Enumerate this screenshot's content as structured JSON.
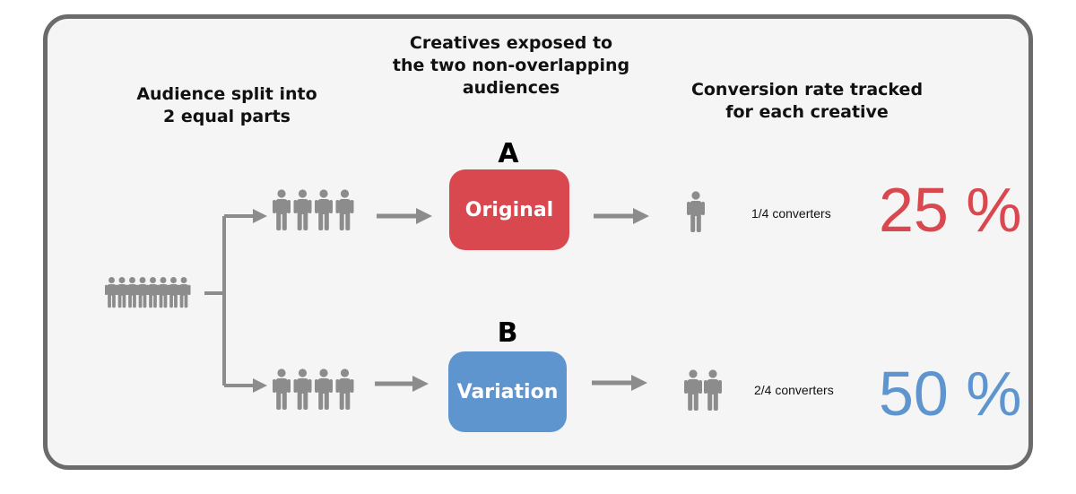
{
  "headers": {
    "split": "Audience split into\n2 equal parts",
    "creatives": "Creatives exposed to\nthe two non-overlapping\naudiences",
    "conversion": "Conversion rate tracked\nfor each creative"
  },
  "variants": [
    {
      "letter": "A",
      "label": "Original",
      "color": "#d9474f",
      "converters_text": "1/4 converters",
      "rate_text": "25 %",
      "converters": 1,
      "audience": 4
    },
    {
      "letter": "B",
      "label": "Variation",
      "color": "#5e95cf",
      "converters_text": "2/4 converters",
      "rate_text": "50 %",
      "converters": 2,
      "audience": 4
    }
  ],
  "total_audience": 8,
  "icon_color": "#8c8c8c"
}
